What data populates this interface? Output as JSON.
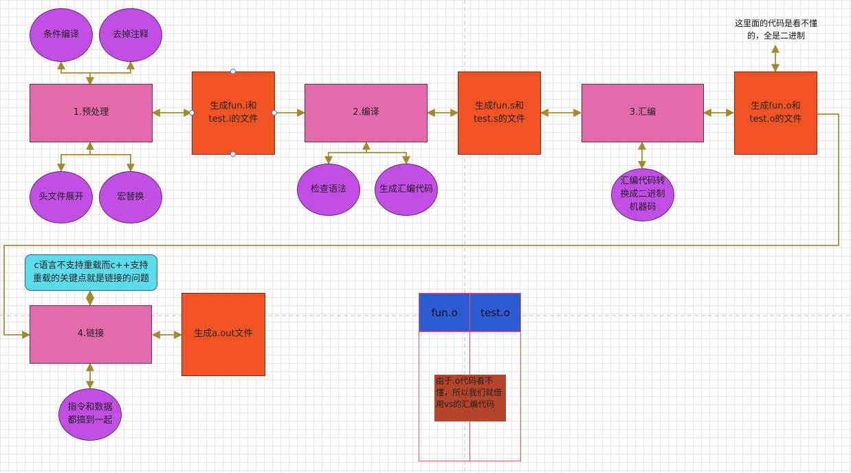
{
  "stages": {
    "preprocess": "1.预处理",
    "compile": "2.编译",
    "assemble": "3.汇编",
    "link": "4.链接"
  },
  "outputs": {
    "i_files": "生成fun.i和test.i的文件",
    "s_files": "生成fun.s和test.s的文件",
    "o_files": "生成fun.o和test.o的文件",
    "a_out": "生成a.out文件"
  },
  "details": {
    "conditional_compile": "条件编译",
    "remove_comments": "去掉注释",
    "header_expand": "头文件展开",
    "macro_replace": "宏替换",
    "syntax_check": "检查语法",
    "gen_asm": "生成汇编代码",
    "asm_to_machine": "汇编代码转换成二进制机器码",
    "merge_data": "指令和数据都搞到一起"
  },
  "notes": {
    "binary_note": "这里面的代码是看不懂的，全是二进制",
    "overload_note": "c语言不支持重载而c++支持重载的关键点就是链接的问题"
  },
  "table": {
    "col1": "fun.o",
    "col2": "test.o",
    "annotation": "由于.o代码看不懂，所以我们就借用vs的汇编代码"
  },
  "colors": {
    "stage": "#e36aab",
    "output": "#f25323",
    "detail": "#c24ee6",
    "note_box": "#5adcec",
    "table_header": "#2d5bd4",
    "annotation": "#b5452a",
    "connector": "#a08a2a"
  }
}
